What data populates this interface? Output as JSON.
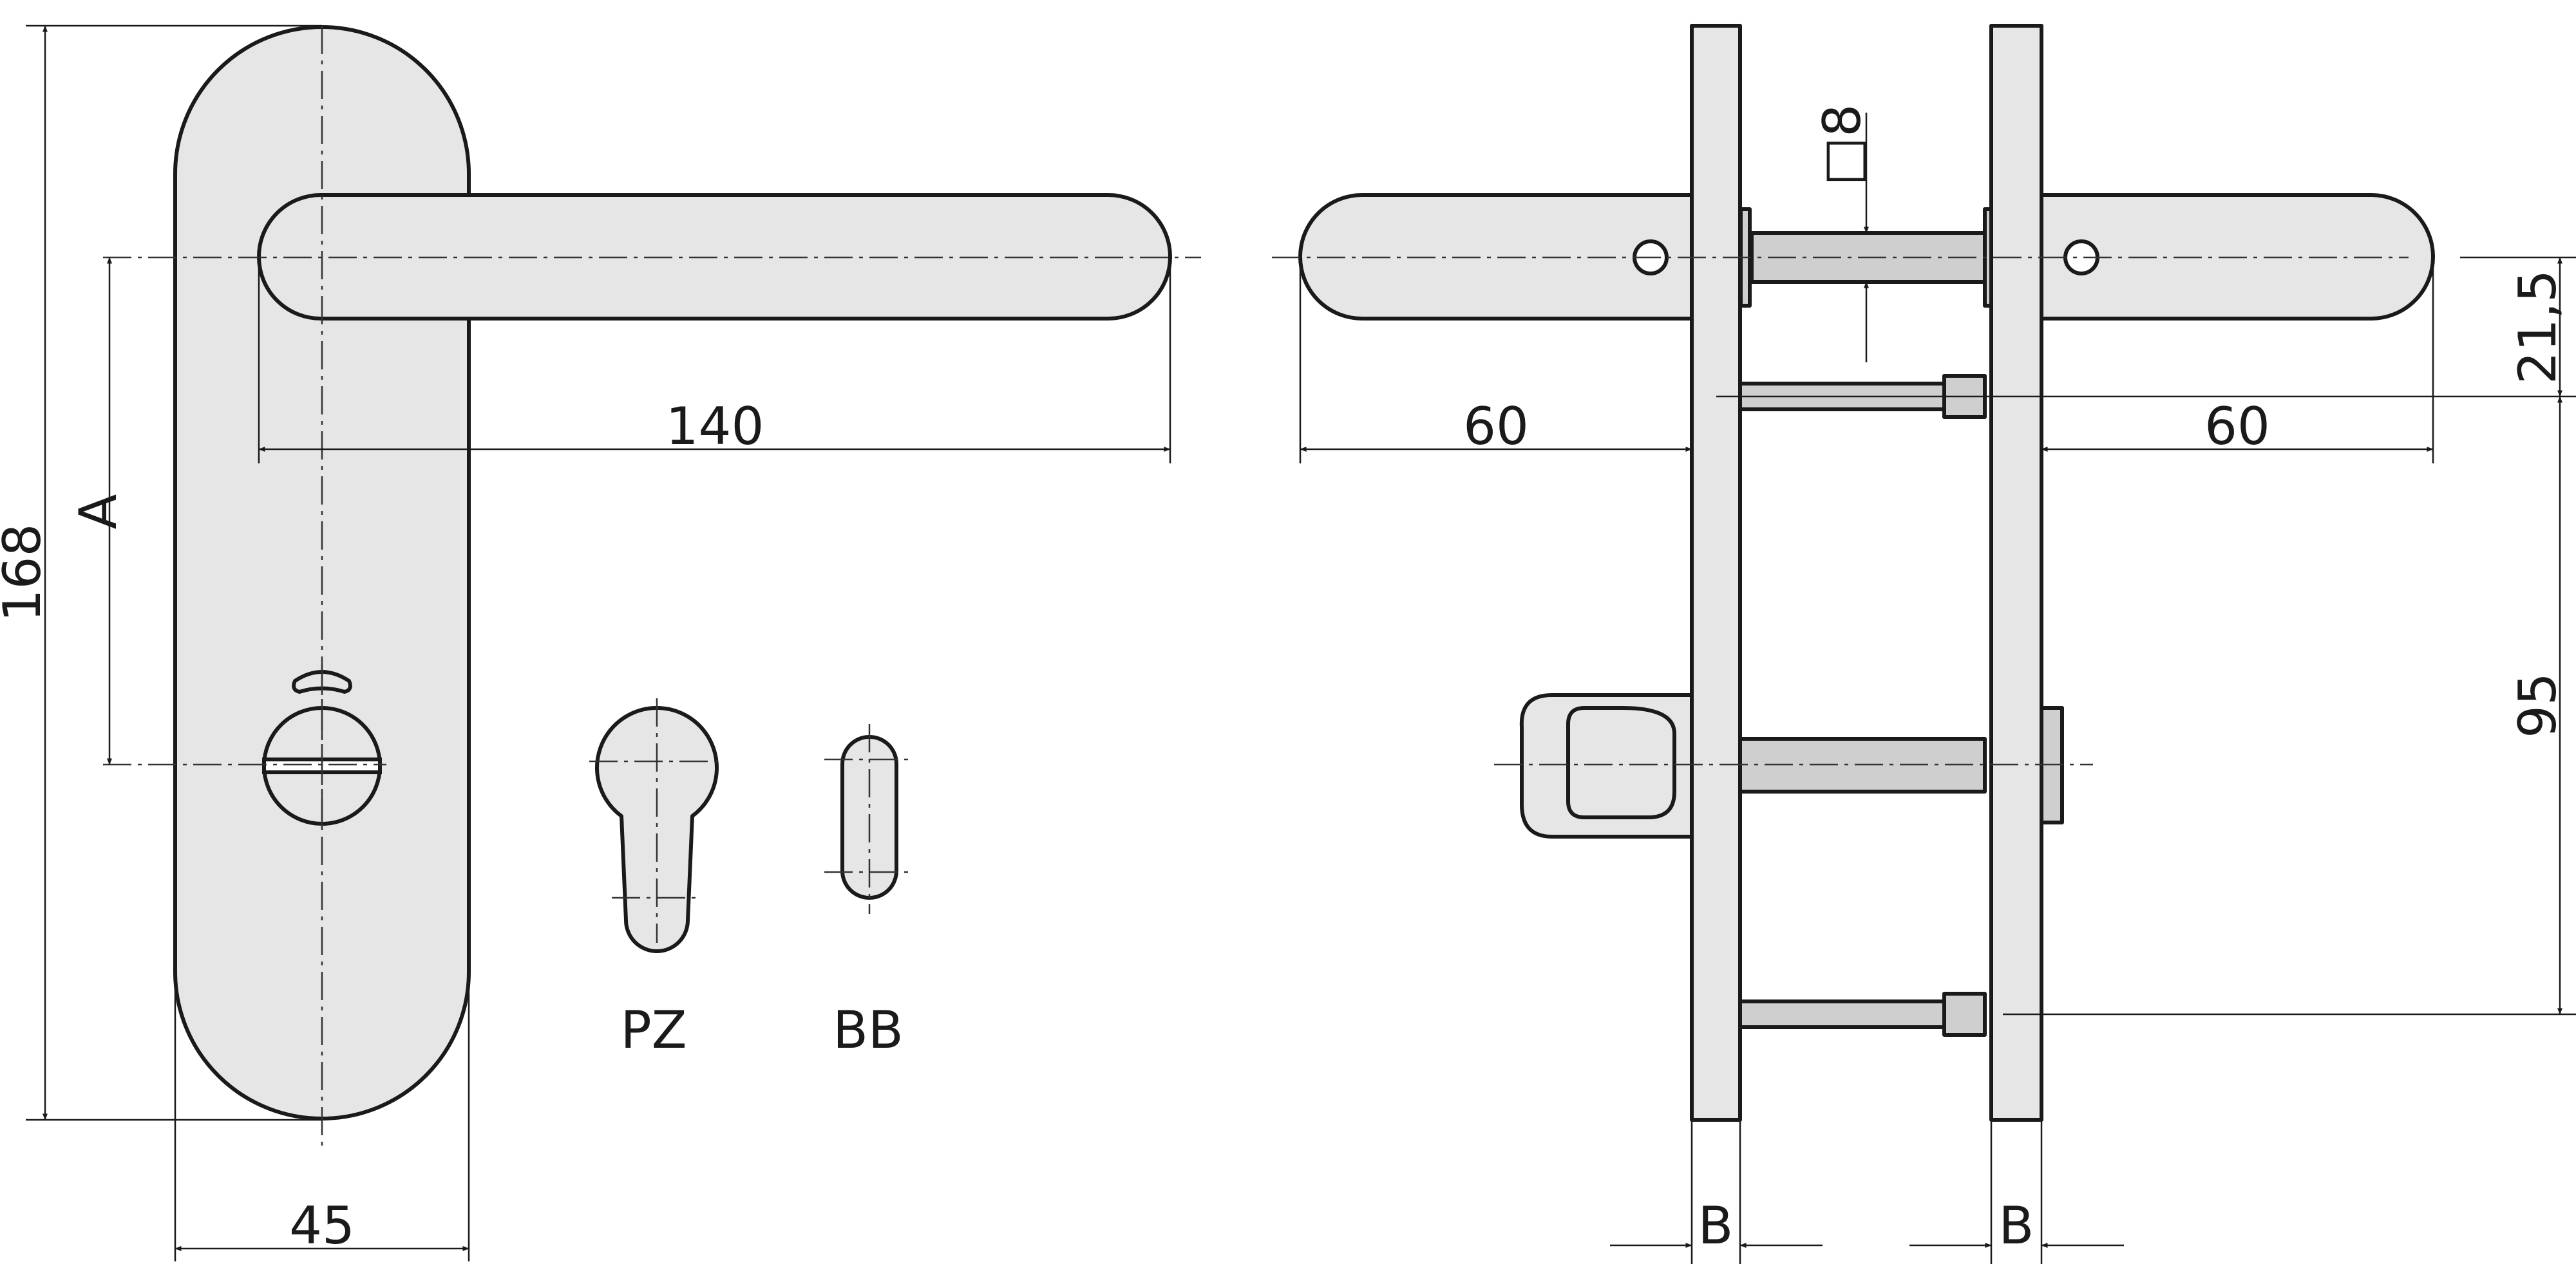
{
  "dimensions": {
    "height_total": "168",
    "distance_a": "A",
    "lever_length": "140",
    "plate_width": "45",
    "lever_projection_left": "60",
    "lever_projection_right": "60",
    "spindle_square": "□8",
    "offset_top": "21,5",
    "distance_95": "95",
    "door_thickness_left": "B",
    "door_thickness_right": "B"
  },
  "variants": {
    "profile_cylinder": "PZ",
    "bit_key": "BB"
  }
}
